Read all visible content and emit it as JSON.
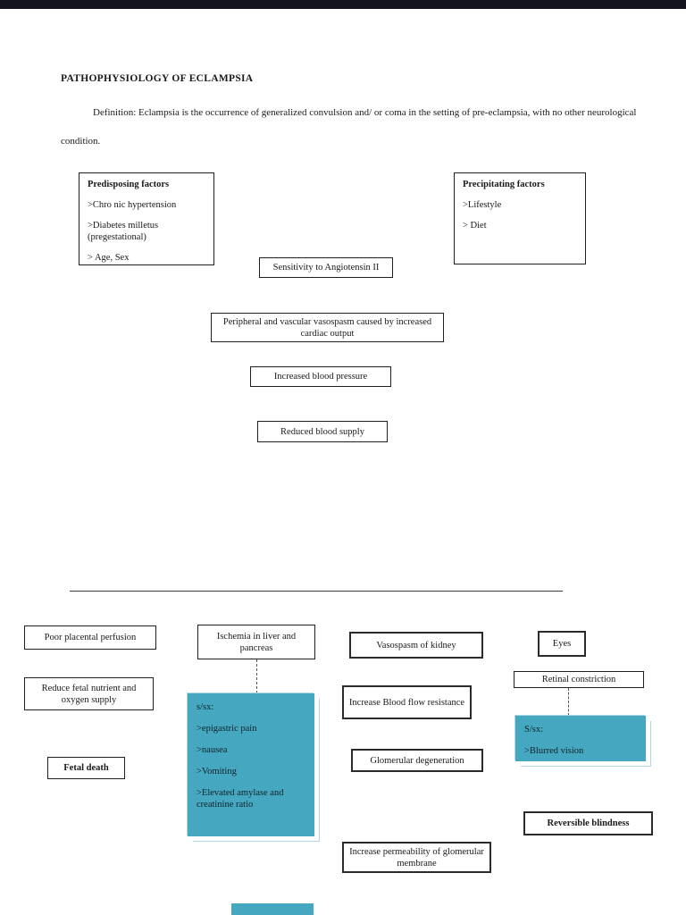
{
  "colors": {
    "teal": "#45a7c0",
    "teal_shadow": "#aed8e4",
    "top_bar": "#14141e"
  },
  "page": {
    "title": "PATHOPHYSIOLOGY OF ECLAMPSIA",
    "definition": "Definition: Eclampsia is the occurrence of generalized convulsion and/ or coma in the setting of pre-eclampsia, with no other neurological condition."
  },
  "factors": {
    "predisposing": {
      "title": "Predisposing factors",
      "items": [
        ">Chro nic hypertension",
        ">Diabetes milletus (pregestational)",
        "> Age, Sex"
      ]
    },
    "precipitating": {
      "title": "Precipitating factors",
      "items": [
        ">Lifestyle",
        "> Diet"
      ]
    }
  },
  "flow": {
    "sensitivity": "Sensitivity to Angiotensin II",
    "vasospasm": "Peripheral and vascular vasospasm caused by increased cardiac output",
    "increased_bp": "Increased blood pressure",
    "reduced_supply": "Reduced blood supply"
  },
  "branches": {
    "placenta": {
      "head": "Poor placental perfusion",
      "step": "Reduce fetal nutrient and oxygen supply",
      "outcome": "Fetal death"
    },
    "liver": {
      "head": "Ischemia in liver and pancreas",
      "sx_title": "s/sx:",
      "sx_items": [
        ">epigastric pain",
        ">nausea",
        ">Vomiting",
        ">Elevated amylase and creatinine ratio"
      ]
    },
    "kidney": {
      "head": "Vasospasm of kidney",
      "step1": "Increase  Blood flow resistance",
      "step2": "Glomerular degeneration",
      "step3": "Increase permeability of glomerular membrane"
    },
    "eyes": {
      "head": "Eyes",
      "step": "Retinal constriction",
      "sx_title": "S/sx:",
      "sx_items": [
        ">Blurred vision"
      ],
      "outcome": "Reversible blindness"
    }
  }
}
